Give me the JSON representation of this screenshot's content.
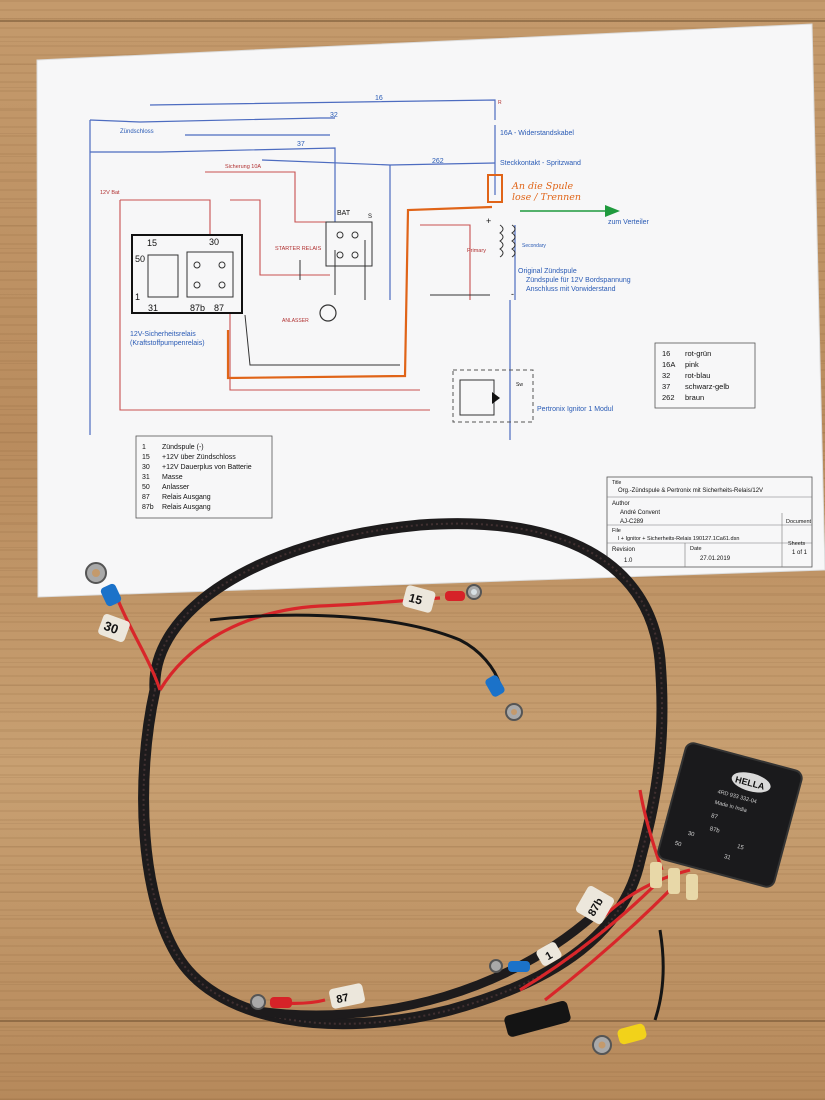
{
  "diagram": {
    "top_labels": {
      "zuendschloss": "Zündschloss",
      "w16": "16",
      "w32": "32",
      "w37": "37",
      "w262": "262",
      "sicherung": "Sicherung 10A",
      "bat_12v": "12V Bat",
      "r_label": "R"
    },
    "right_labels": {
      "widerstand": "16A - Widerstandskabel",
      "steckkontakt": "Steckkontakt - Spritzwand",
      "handwritten": "An die Spule",
      "handwritten2": "lose / Trennen",
      "verteiler": "zum Verteiler",
      "primary": "Primary",
      "secondary": "Secondary",
      "orig_spule": "Original Zündspule",
      "spule_12v": "Zündspule für 12V Bordspannung",
      "anschluss": "Anschluss mit Vorwiderstand",
      "plus": "+",
      "minus": "-"
    },
    "relay": {
      "pin15": "15",
      "pin30": "30",
      "pin50": "50",
      "pin1": "1",
      "pin31": "31",
      "pin87b": "87b",
      "pin87": "87",
      "caption1": "12V-Sicherheitsrelais",
      "caption2": "(Kraftstoffpumpenrelais)"
    },
    "starter": {
      "bat": "BAT",
      "starter_relais": "STARTER RELAIS",
      "anlasser": "ANLASSER",
      "s": "S"
    },
    "pertronix": {
      "label": "Pertronix Ignitor 1 Modul",
      "sw": "Sw"
    },
    "color_legend": [
      {
        "code": "16",
        "name": "rot-grün"
      },
      {
        "code": "16A",
        "name": "pink"
      },
      {
        "code": "32",
        "name": "rot-blau"
      },
      {
        "code": "37",
        "name": "schwarz-gelb"
      },
      {
        "code": "262",
        "name": "braun"
      }
    ],
    "pin_legend": [
      {
        "pin": "1",
        "desc": "Zündspule (-)"
      },
      {
        "pin": "15",
        "desc": "+12V über Zündschloss"
      },
      {
        "pin": "30",
        "desc": "+12V Dauerplus von Batterie"
      },
      {
        "pin": "31",
        "desc": "Masse"
      },
      {
        "pin": "50",
        "desc": "Anlasser"
      },
      {
        "pin": "87",
        "desc": "Relais Ausgang"
      },
      {
        "pin": "87b",
        "desc": "Relais Ausgang"
      }
    ],
    "title_block": {
      "title_label": "Title",
      "title": "Org.-Zündspule & Pertronix mit Sicherheits-Relais/12V",
      "author_label": "Author",
      "author": "André Convent",
      "author2": "AJ-C289",
      "document_label": "Document",
      "file_label": "File",
      "file": "l + Ignitor + Sicherheits-Relais 190127.1Ca61.dsn",
      "revision_label": "Revision",
      "revision": "1.0",
      "date_label": "Date",
      "date": "27.01.2019",
      "sheets_label": "Sheets",
      "sheets": "1 of 1"
    }
  },
  "harness": {
    "tag_30": "30",
    "tag_15": "15",
    "tag_87b": "87b",
    "tag_1": "1",
    "tag_87": "87",
    "relay_brand": "HELLA",
    "relay_part": "4RD 933 332-04",
    "relay_made": "Made in India",
    "relay_pin30": "30",
    "relay_pin87": "87",
    "relay_pin87b": "87b",
    "relay_pin15": "15",
    "relay_pin31": "31",
    "relay_pin50": "50"
  },
  "colors": {
    "wood": "#c49a6c",
    "paper": "#f7f7f8",
    "wire_red": "#d8262a",
    "wire_black": "#1a1a1a",
    "diagram_blue": "#3f63b8",
    "diagram_red": "#c04040",
    "diagram_orange": "#e06418",
    "diagram_green": "#1f9a3d"
  }
}
